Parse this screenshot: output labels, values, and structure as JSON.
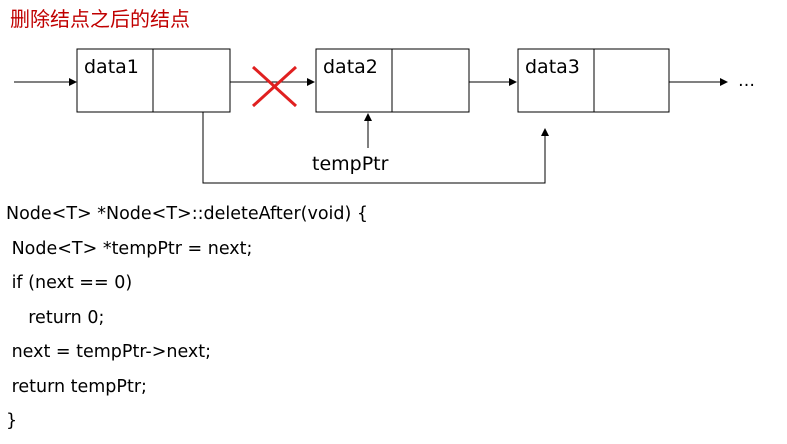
{
  "title": "删除结点之后的结点",
  "diagram": {
    "nodes": [
      {
        "label": "data1"
      },
      {
        "label": "data2"
      },
      {
        "label": "data3"
      }
    ],
    "pointer_label": "tempPtr",
    "ellipsis": "…"
  },
  "code": {
    "lines": [
      "Node<T> *Node<T>::deleteAfter(void) {",
      " Node<T> *tempPtr = next;",
      " if (next == 0)",
      "    return 0;",
      " next = tempPtr->next;",
      " return tempPtr;",
      "}"
    ]
  },
  "colors": {
    "title": "#c00000",
    "cross": "#e02020",
    "lines": "#000000"
  }
}
